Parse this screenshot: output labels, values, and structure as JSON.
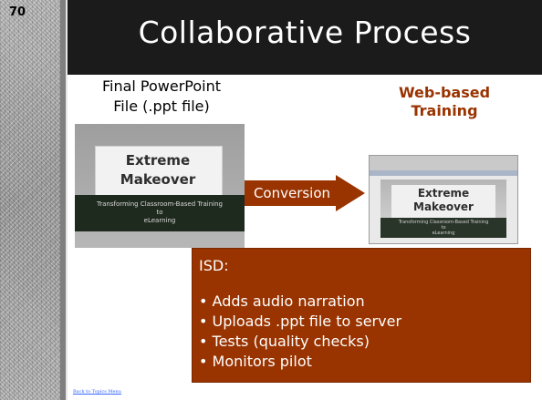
{
  "slide": {
    "number": "70",
    "title": "Collaborative Process"
  },
  "left_label": [
    "Final PowerPoint",
    "File (.ppt file)"
  ],
  "right_label": [
    "Web-based",
    "Training"
  ],
  "thumbnail_left": {
    "title_lines": [
      "Extreme",
      "Makeover"
    ],
    "subtitle_lines": [
      "Transforming Classroom-Based Training",
      "to",
      "eLearning"
    ]
  },
  "thumbnail_right": {
    "title_lines": [
      "Extreme",
      "Makeover"
    ],
    "subtitle_lines": [
      "Transforming Classroom-Based Training",
      "to",
      "eLearning"
    ]
  },
  "arrow_label": "Conversion",
  "isd": {
    "title": "ISD:",
    "items": [
      "Adds audio narration",
      "Uploads .ppt file to server",
      "Tests (quality checks)",
      "Monitors pilot"
    ]
  },
  "footer_link": "Back to Topics Menu",
  "colors": {
    "title_bar": "#1b1b1b",
    "accent": "#993300",
    "label_red": "#993300",
    "link": "#3366ff"
  }
}
